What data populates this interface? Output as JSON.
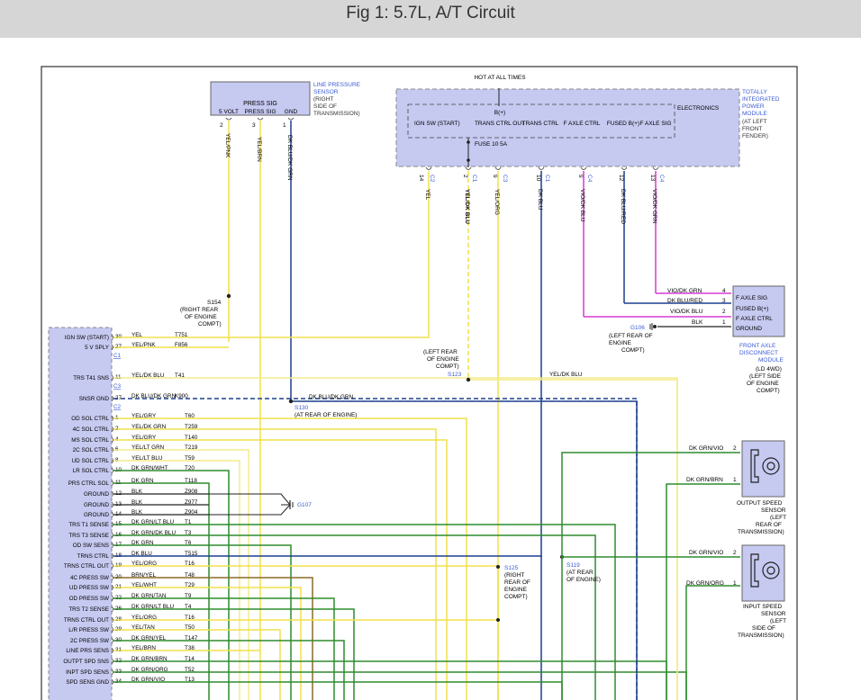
{
  "header": {
    "title": "Fig 1: 5.7L, A/T Circuit"
  },
  "colors": {
    "yellow": "#f0e04a",
    "lt_yellow": "#f3ec8a",
    "blue": "#1b3e8e",
    "dk_green": "#2e8b2e",
    "violet": "#d63ad6",
    "module_fill": "#c6c9f0",
    "module_dash": "#a9acdc",
    "brown": "#8a6a28",
    "black": "#222222",
    "link": "#3b5bd6"
  },
  "icons": [
    "connector-icon",
    "ground-icon",
    "splice-icon",
    "sensor-icon"
  ],
  "lps": {
    "title": "PRESS SIG",
    "pins": [
      "5 VOLT",
      "PRESS SIG",
      "GND"
    ],
    "pin_nums": [
      "2",
      "3",
      "1"
    ],
    "wires": [
      "YEL/PNK",
      "YEL/BRN",
      "DK BLU/DK GRN"
    ],
    "name": "LINE PRESSURE SENSOR",
    "loc": "(RIGHT SIDE OF TRANSMISSION)"
  },
  "tipm": {
    "hot": "HOT AT ALL TIMES",
    "bplus": "B(+)",
    "elec": "ELECTRONICS",
    "pins": [
      "IGN SW (START)",
      "TRANS CTRL OUT",
      "TRANS CTRL",
      "F AXLE CTRL",
      "FUSED B(+)",
      "F AXLE SIG"
    ],
    "fuse": "FUSE 10 5A",
    "name": "TOTALLY INTEGRATED POWER MODULE",
    "loc": "(AT LEFT FRONT FENDER)",
    "pin_nums": [
      "14",
      "2",
      "9",
      "10",
      "9",
      "12",
      "13"
    ],
    "conns": [
      "C2",
      "C1",
      "C3",
      "C1",
      "C4",
      "",
      "C4"
    ],
    "wires": [
      "YEL",
      "YEL/DK BLU",
      "YEL/ORG",
      "DK BLU",
      "VIO/DK BLU",
      "DK BLU/RED",
      "VIO/DK GRN"
    ]
  },
  "fadm": {
    "pins": [
      "F AXLE SIG",
      "FUSED B(+)",
      "F AXLE CTRL",
      "GROUND"
    ],
    "pin_nums": [
      "4",
      "3",
      "2",
      "1"
    ],
    "wires": [
      "VIO/DK GRN",
      "DK BLU/RED",
      "VIO/DK BLU",
      "BLK"
    ],
    "name": "FRONT AXLE DISCONNECT MODULE",
    "note": "(LD 4WD)",
    "loc": "(LEFT SIDE OF ENGINE COMPT)",
    "ground": "G106",
    "ground_loc": "(LEFT REAR OF ENGINE COMPT)"
  },
  "splices": {
    "s154": "S154",
    "s154_loc": "(RIGHT REAR OF ENGINE COMPT)",
    "s123": "S123",
    "s123_loc": "(LEFT REAR OF ENGINE COMPT)",
    "s130": "S130",
    "s130_loc": "(AT REAR OF ENGINE)",
    "s125": "S125",
    "s125_loc": "(RIGHT REAR OF ENGINE COMPT)",
    "s119": "S119",
    "s119_loc": "(AT REAR OF ENGINE)",
    "g107": "G107"
  },
  "pcm_pins": [
    {
      "label": "IGN SW (START)",
      "num": "30",
      "wire": "YEL",
      "circuit": "T751"
    },
    {
      "label": "5 V SPLY",
      "num": "27",
      "wire": "YEL/PNK",
      "circuit": "F856",
      "conn": "C1"
    },
    {
      "label": "TRS T41 SNS",
      "num": "11",
      "wire": "YEL/DK BLU",
      "circuit": "T41",
      "conn": "C3"
    },
    {
      "label": "SNSR GND",
      "num": "27",
      "wire": "DK BLU/DK GRN",
      "circuit": "K900",
      "conn": "C2"
    },
    {
      "label": "OD SOL CTRL",
      "num": "1",
      "wire": "YEL/GRY",
      "circuit": "T60"
    },
    {
      "label": "4C SOL CTRL",
      "num": "2",
      "wire": "YEL/DK GRN",
      "circuit": "T259"
    },
    {
      "label": "MS SOL CTRL",
      "num": "4",
      "wire": "YEL/GRY",
      "circuit": "T140"
    },
    {
      "label": "2C SOL CTRL",
      "num": "6",
      "wire": "YEL/LT GRN",
      "circuit": "T219"
    },
    {
      "label": "UD SOL CTRL",
      "num": "8",
      "wire": "YEL/LT BLU",
      "circuit": "T59"
    },
    {
      "label": "LR SOL CTRL",
      "num": "10",
      "wire": "DK GRN/WHT",
      "circuit": "T20"
    },
    {
      "label": "PRS CTRL SOL",
      "num": "11",
      "wire": "DK GRN",
      "circuit": "T118"
    },
    {
      "label": "GROUND",
      "num": "12",
      "wire": "BLK",
      "circuit": "Z908"
    },
    {
      "label": "GROUND",
      "num": "13",
      "wire": "BLK",
      "circuit": "Z977"
    },
    {
      "label": "GROUND",
      "num": "14",
      "wire": "BLK",
      "circuit": "Z904"
    },
    {
      "label": "TRS T1 SENSE",
      "num": "15",
      "wire": "DK GRN/LT BLU",
      "circuit": "T1"
    },
    {
      "label": "TRS T3 SENSE",
      "num": "16",
      "wire": "DK GRN/DK BLU",
      "circuit": "T3"
    },
    {
      "label": "OD SW SENS",
      "num": "17",
      "wire": "DK GRN",
      "circuit": "T6"
    },
    {
      "label": "TRNS CTRL",
      "num": "18",
      "wire": "DK BLU",
      "circuit": "T515"
    },
    {
      "label": "TRNS CTRL OUT",
      "num": "19",
      "wire": "YEL/ORG",
      "circuit": "T16"
    },
    {
      "label": "4C PRESS SW",
      "num": "20",
      "wire": "BRN/YEL",
      "circuit": "T48"
    },
    {
      "label": "UD PRESS SW",
      "num": "21",
      "wire": "YEL/WHT",
      "circuit": "T29"
    },
    {
      "label": "OD PRESS SW",
      "num": "22",
      "wire": "DK GRN/TAN",
      "circuit": "T9"
    },
    {
      "label": "TRS T2 SENSE",
      "num": "26",
      "wire": "DK GRN/LT BLU",
      "circuit": "T4"
    },
    {
      "label": "TRNS CTRL OUT",
      "num": "28",
      "wire": "YEL/ORG",
      "circuit": "T16"
    },
    {
      "label": "L/R PRESS SW",
      "num": "29",
      "wire": "YEL/TAN",
      "circuit": "T50"
    },
    {
      "label": "2C PRESS SW",
      "num": "30",
      "wire": "DK GRN/YEL",
      "circuit": "T147"
    },
    {
      "label": "LINE PRS SENS",
      "num": "31",
      "wire": "YEL/BRN",
      "circuit": "T38"
    },
    {
      "label": "OUTPT SPD SNS",
      "num": "32",
      "wire": "DK GRN/BRN",
      "circuit": "T14"
    },
    {
      "label": "INPT SPD SENS",
      "num": "33",
      "wire": "DK GRN/ORG",
      "circuit": "T52"
    },
    {
      "label": "SPD SENS GND",
      "num": "34",
      "wire": "DK GRN/VIO",
      "circuit": "T13"
    }
  ],
  "oss": {
    "wires": [
      "DK GRN/VIO",
      "DK GRN/BRN"
    ],
    "pin_nums": [
      "2",
      "1"
    ],
    "name": "OUTPUT SPEED SENSOR",
    "loc": "(LEFT REAR OF TRANSMISSION)"
  },
  "iss": {
    "wires": [
      "DK GRN/VIO",
      "DK GRN/ORG"
    ],
    "pin_nums": [
      "2",
      "1"
    ],
    "name": "INPUT SPEED SENSOR",
    "loc": "(LEFT SIDE OF TRANSMISSION)"
  }
}
